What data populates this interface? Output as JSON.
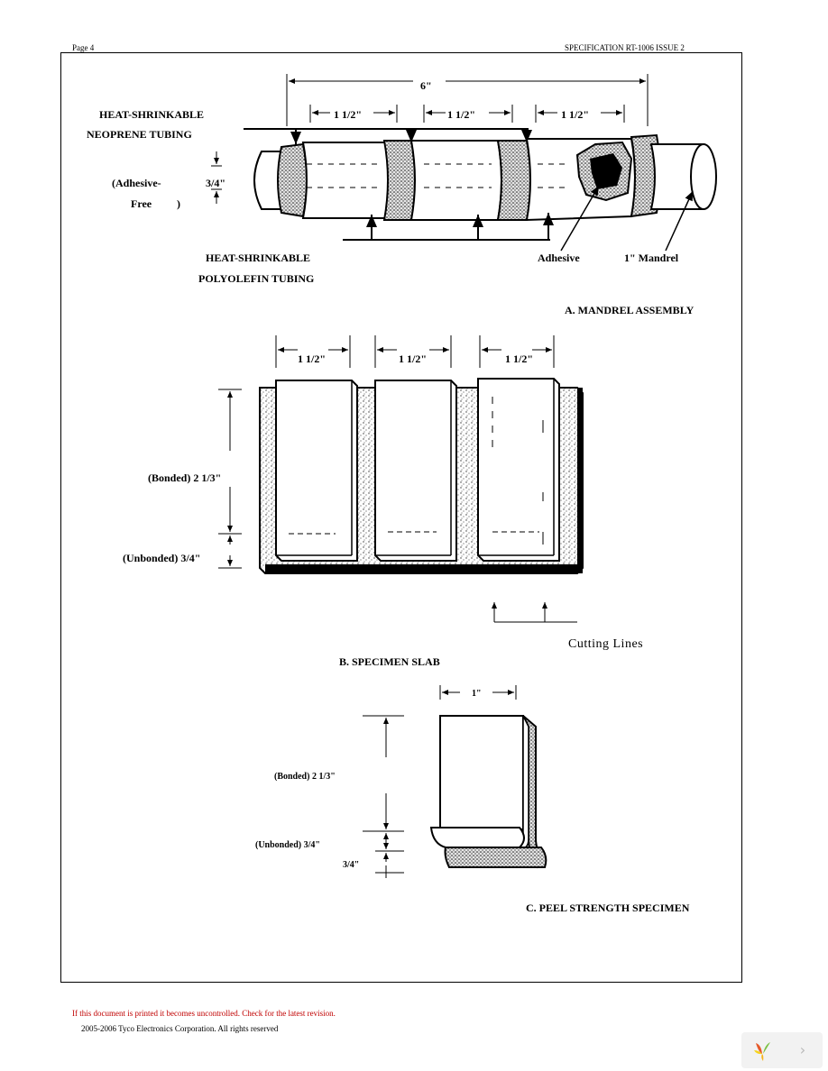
{
  "header": {
    "page": "Page 4",
    "spec": "SPECIFICATION RT-1006  ISSUE 2"
  },
  "figureA": {
    "dim_total": "6\"",
    "dim_seg1": "1 1/2\"",
    "dim_seg2": "1 1/2\"",
    "dim_seg3": "1 1/2\"",
    "neoprene_line1": "HEAT-SHRINKABLE",
    "neoprene_line2": "NEOPRENE TUBING",
    "adhesive_free_line1": "(Adhesive-",
    "adhesive_free_line2": "Free",
    "adhesive_free_close": ")",
    "dim_gap": "3/4\"",
    "polyolefin_line1": "HEAT-SHRINKABLE",
    "polyolefin_line2": "POLYOLEFIN TUBING",
    "adhesive": "Adhesive",
    "mandrel": "1\" Mandrel",
    "caption": "A. MANDREL ASSEMBLY"
  },
  "figureB": {
    "dim_seg1": "1 1/2\"",
    "dim_seg2": "1 1/2\"",
    "dim_seg3": "1 1/2\"",
    "bonded": "(Bonded) 2 1/3\"",
    "unbonded": "(Unbonded) 3/4\"",
    "cutting_lines": "Cutting Lines",
    "caption": "B. SPECIMEN SLAB"
  },
  "figureC": {
    "dim_width": "1\"",
    "bonded": "(Bonded) 2 1/3\"",
    "unbonded": "(Unbonded) 3/4\"",
    "dim_tail": "3/4\"",
    "caption": "C. PEEL STRENGTH SPECIMEN"
  },
  "footer": {
    "warning": "If this document is printed it becomes uncontrolled.  Check for the latest revision.",
    "copyright": "2005-2006 Tyco Electronics Corporation.  All rights reserved"
  },
  "nav": {
    "logo_icon": "viewer-logo-icon",
    "next_icon": "chevron-right-icon",
    "next_glyph": "›"
  }
}
